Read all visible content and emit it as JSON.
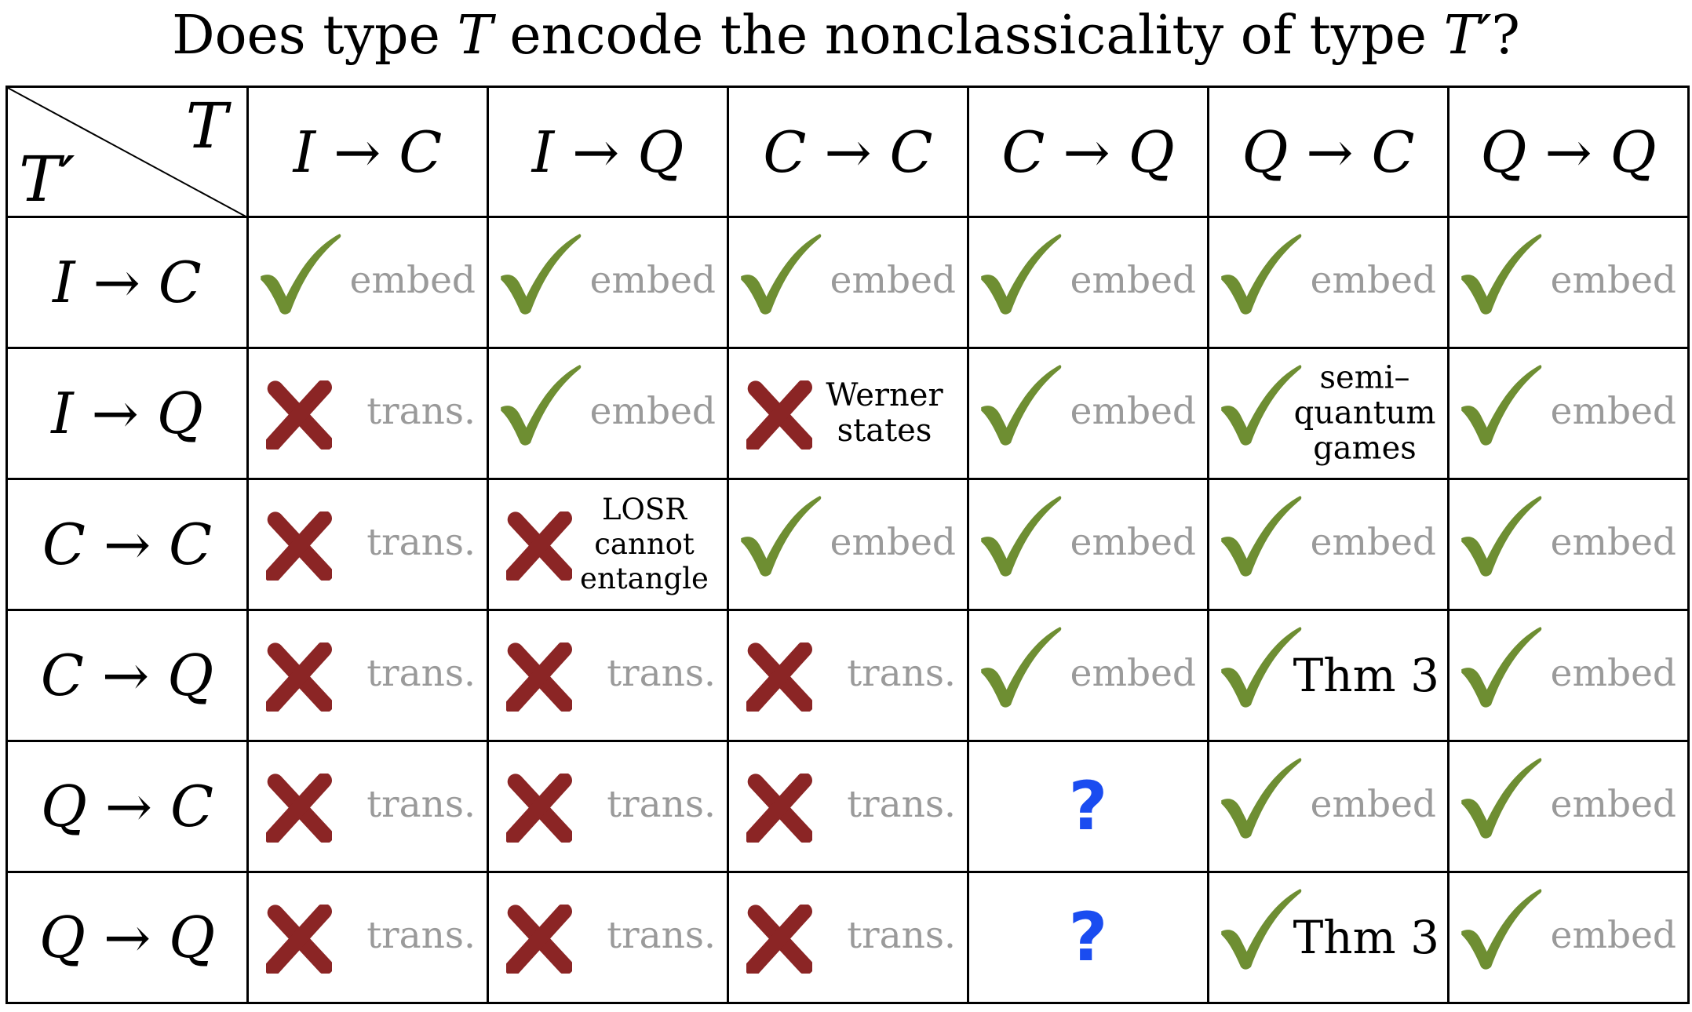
{
  "title": {
    "prefix": "Does type ",
    "t": "T",
    "middle": " encode the nonclassicality of type ",
    "tprime": "T′",
    "suffix": "?"
  },
  "corner": {
    "column_symbol": "T",
    "row_symbol": "T′"
  },
  "column_headers": [
    "I → C",
    "I → Q",
    "C → C",
    "C → Q",
    "Q → C",
    "Q → Q"
  ],
  "row_headers": [
    "I → C",
    "I → Q",
    "C → C",
    "C → Q",
    "Q → C",
    "Q → Q"
  ],
  "colors": {
    "check": "#6e8e32",
    "cross": "#8b2525",
    "question": "#1a4cf0",
    "label_gray": "#9a9a9a"
  },
  "rows": [
    {
      "cells": [
        {
          "mark": "check",
          "text": "embed"
        },
        {
          "mark": "check",
          "text": "embed"
        },
        {
          "mark": "check",
          "text": "embed"
        },
        {
          "mark": "check",
          "text": "embed"
        },
        {
          "mark": "check",
          "text": "embed"
        },
        {
          "mark": "check",
          "text": "embed"
        }
      ]
    },
    {
      "cells": [
        {
          "mark": "cross",
          "text": "trans."
        },
        {
          "mark": "check",
          "text": "embed"
        },
        {
          "mark": "cross",
          "note": [
            "Werner",
            "states"
          ]
        },
        {
          "mark": "check",
          "text": "embed"
        },
        {
          "mark": "check",
          "note": [
            "semi–",
            "quantum",
            "games"
          ]
        },
        {
          "mark": "check",
          "text": "embed"
        }
      ]
    },
    {
      "cells": [
        {
          "mark": "cross",
          "text": "trans."
        },
        {
          "mark": "cross",
          "note": [
            "LOSR",
            "cannot",
            "entangle"
          ]
        },
        {
          "mark": "check",
          "text": "embed"
        },
        {
          "mark": "check",
          "text": "embed"
        },
        {
          "mark": "check",
          "text": "embed"
        },
        {
          "mark": "check",
          "text": "embed"
        }
      ]
    },
    {
      "cells": [
        {
          "mark": "cross",
          "text": "trans."
        },
        {
          "mark": "cross",
          "text": "trans."
        },
        {
          "mark": "cross",
          "text": "trans."
        },
        {
          "mark": "check",
          "text": "embed"
        },
        {
          "mark": "check",
          "big": "Thm 3"
        },
        {
          "mark": "check",
          "text": "embed"
        }
      ]
    },
    {
      "cells": [
        {
          "mark": "cross",
          "text": "trans."
        },
        {
          "mark": "cross",
          "text": "trans."
        },
        {
          "mark": "cross",
          "text": "trans."
        },
        {
          "mark": "question",
          "symbol": "?"
        },
        {
          "mark": "check",
          "text": "embed"
        },
        {
          "mark": "check",
          "text": "embed"
        }
      ]
    },
    {
      "cells": [
        {
          "mark": "cross",
          "text": "trans."
        },
        {
          "mark": "cross",
          "text": "trans."
        },
        {
          "mark": "cross",
          "text": "trans."
        },
        {
          "mark": "question",
          "symbol": "?"
        },
        {
          "mark": "check",
          "big": "Thm 3"
        },
        {
          "mark": "check",
          "text": "embed"
        }
      ]
    }
  ]
}
